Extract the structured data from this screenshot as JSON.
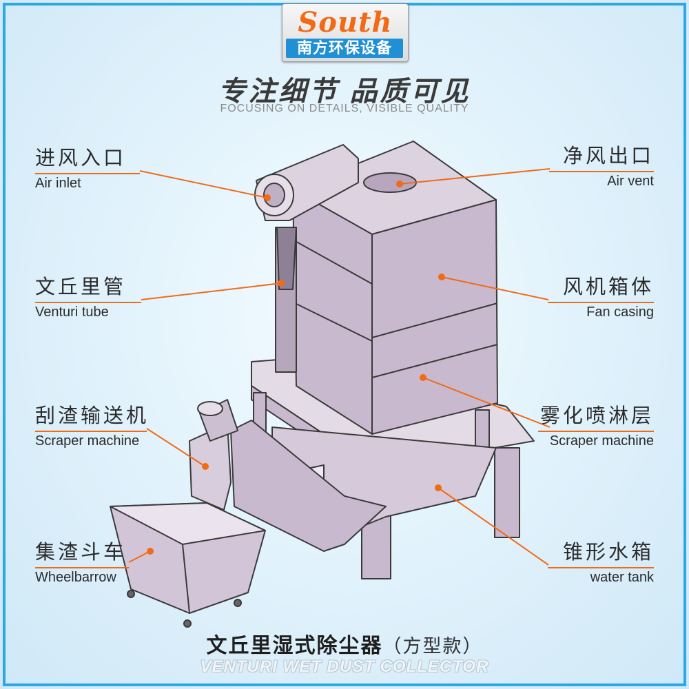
{
  "logo": {
    "word": "South",
    "band": "南方环保设备"
  },
  "header": {
    "slogan": "专注细节  品质可见",
    "slogan_en": "FOCUSING ON DETAILS, VISIBLE QUALITY"
  },
  "footer": {
    "title": "文丘里湿式除尘器",
    "title_sub": "（方型款）",
    "title_en": "VENTURI WET DUST COLLECTOR"
  },
  "labels": {
    "air_inlet": {
      "zh": "进风入口",
      "en": "Air inlet"
    },
    "venturi_tube": {
      "zh": "文丘里管",
      "en": "Venturi tube"
    },
    "scraper_left": {
      "zh": "刮渣输送机",
      "en": "Scraper machine"
    },
    "wheelbarrow": {
      "zh": "集渣斗车",
      "en": "Wheelbarrow"
    },
    "air_vent": {
      "zh": "净风出口",
      "en": "Air vent"
    },
    "fan_casing": {
      "zh": "风机箱体",
      "en": "Fan casing"
    },
    "spray_layer": {
      "zh": "雾化喷淋层",
      "en": "Scraper machine"
    },
    "water_tank": {
      "zh": "锥形水箱",
      "en": "water tank"
    }
  },
  "colors": {
    "accent": "#f26a14",
    "frame": "#2aa8e6",
    "machine_fill": "#c9b9ce",
    "machine_stroke": "#3a3a3a"
  }
}
